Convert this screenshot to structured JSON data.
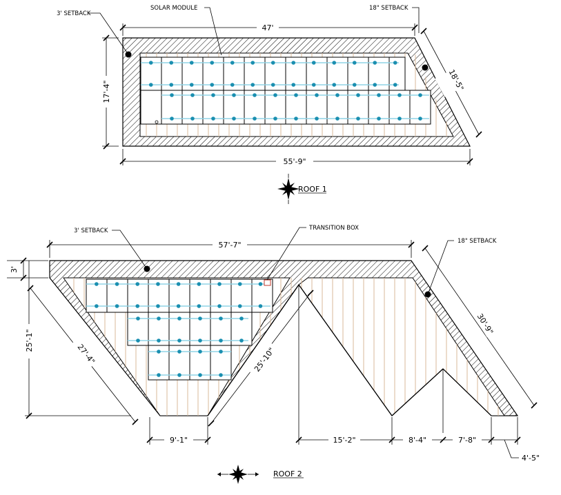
{
  "roof1": {
    "title": "ROOF 1",
    "labels": {
      "setback_3ft": "3' SETBACK",
      "solar_module": "SOLAR MODULE",
      "setback_18in": "18\" SETBACK"
    },
    "dims": {
      "top": "47'",
      "height": "17'-4\"",
      "slant": "18'-5\"",
      "bottom": "55'-9\""
    }
  },
  "roof2": {
    "title": "ROOF 2",
    "labels": {
      "setback_3ft": "3' SETBACK",
      "transition_box": "TRANSITION BOX",
      "setback_18in": "18\" SETBACK"
    },
    "dims": {
      "top": "57'-7\"",
      "setback": "3'",
      "height": "25'-1\"",
      "left_slant": "27'-4\"",
      "valley_slant": "25'-10\"",
      "right_slant": "30'-9\"",
      "bottom_left": "9'-1\"",
      "seg1": "15'-2\"",
      "seg2": "8'-4\"",
      "seg3": "7'-8\"",
      "seg4": "4'-5\""
    }
  },
  "colors": {
    "line": "#000000",
    "rafter": "#d9b89a",
    "string": "#8fd3e6",
    "dot": "#1a8fb0",
    "transition_box": "#c0392b"
  }
}
